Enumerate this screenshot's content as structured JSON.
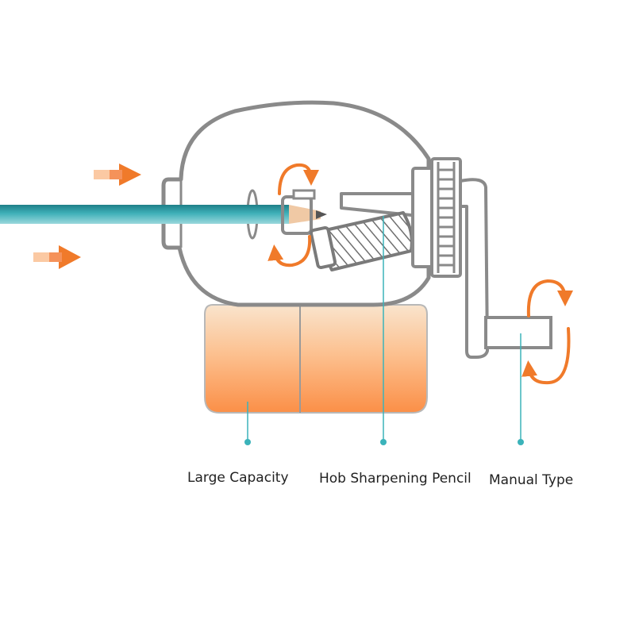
{
  "labels": {
    "capacity": "Large Capacity",
    "hob": "Hob Sharpening Pencil",
    "manual": "Manual Type"
  },
  "colors": {
    "outline": "#8a8a8a",
    "accent": "#f07a2a",
    "pencil": "#2f9aa3",
    "pointer": "#3bb3ba",
    "container_top": "#f9dfc4",
    "container_bottom": "#fb8f47"
  }
}
